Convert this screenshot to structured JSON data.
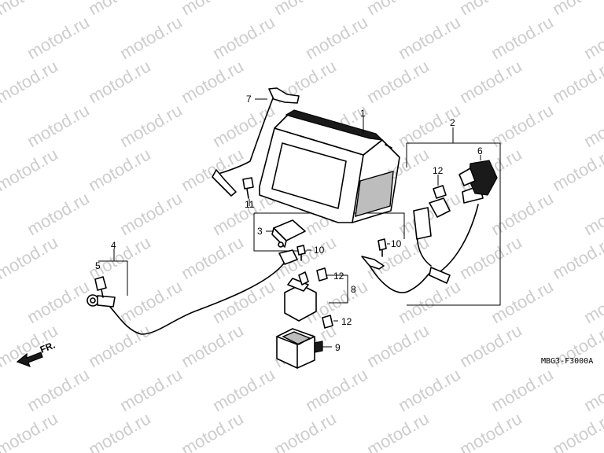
{
  "watermark": "motod.ru",
  "callouts": {
    "c1": "1",
    "c2": "2",
    "c3": "3",
    "c4": "4",
    "c5": "5",
    "c6": "6",
    "c7": "7",
    "c8": "8",
    "c9": "9",
    "c10a": "10",
    "c10b": "10",
    "c11": "11",
    "c12a": "12",
    "c12b": "12",
    "c12c": "12"
  },
  "front_arrow_label": "FR.",
  "diagram_code": "MBG3-F3000A"
}
